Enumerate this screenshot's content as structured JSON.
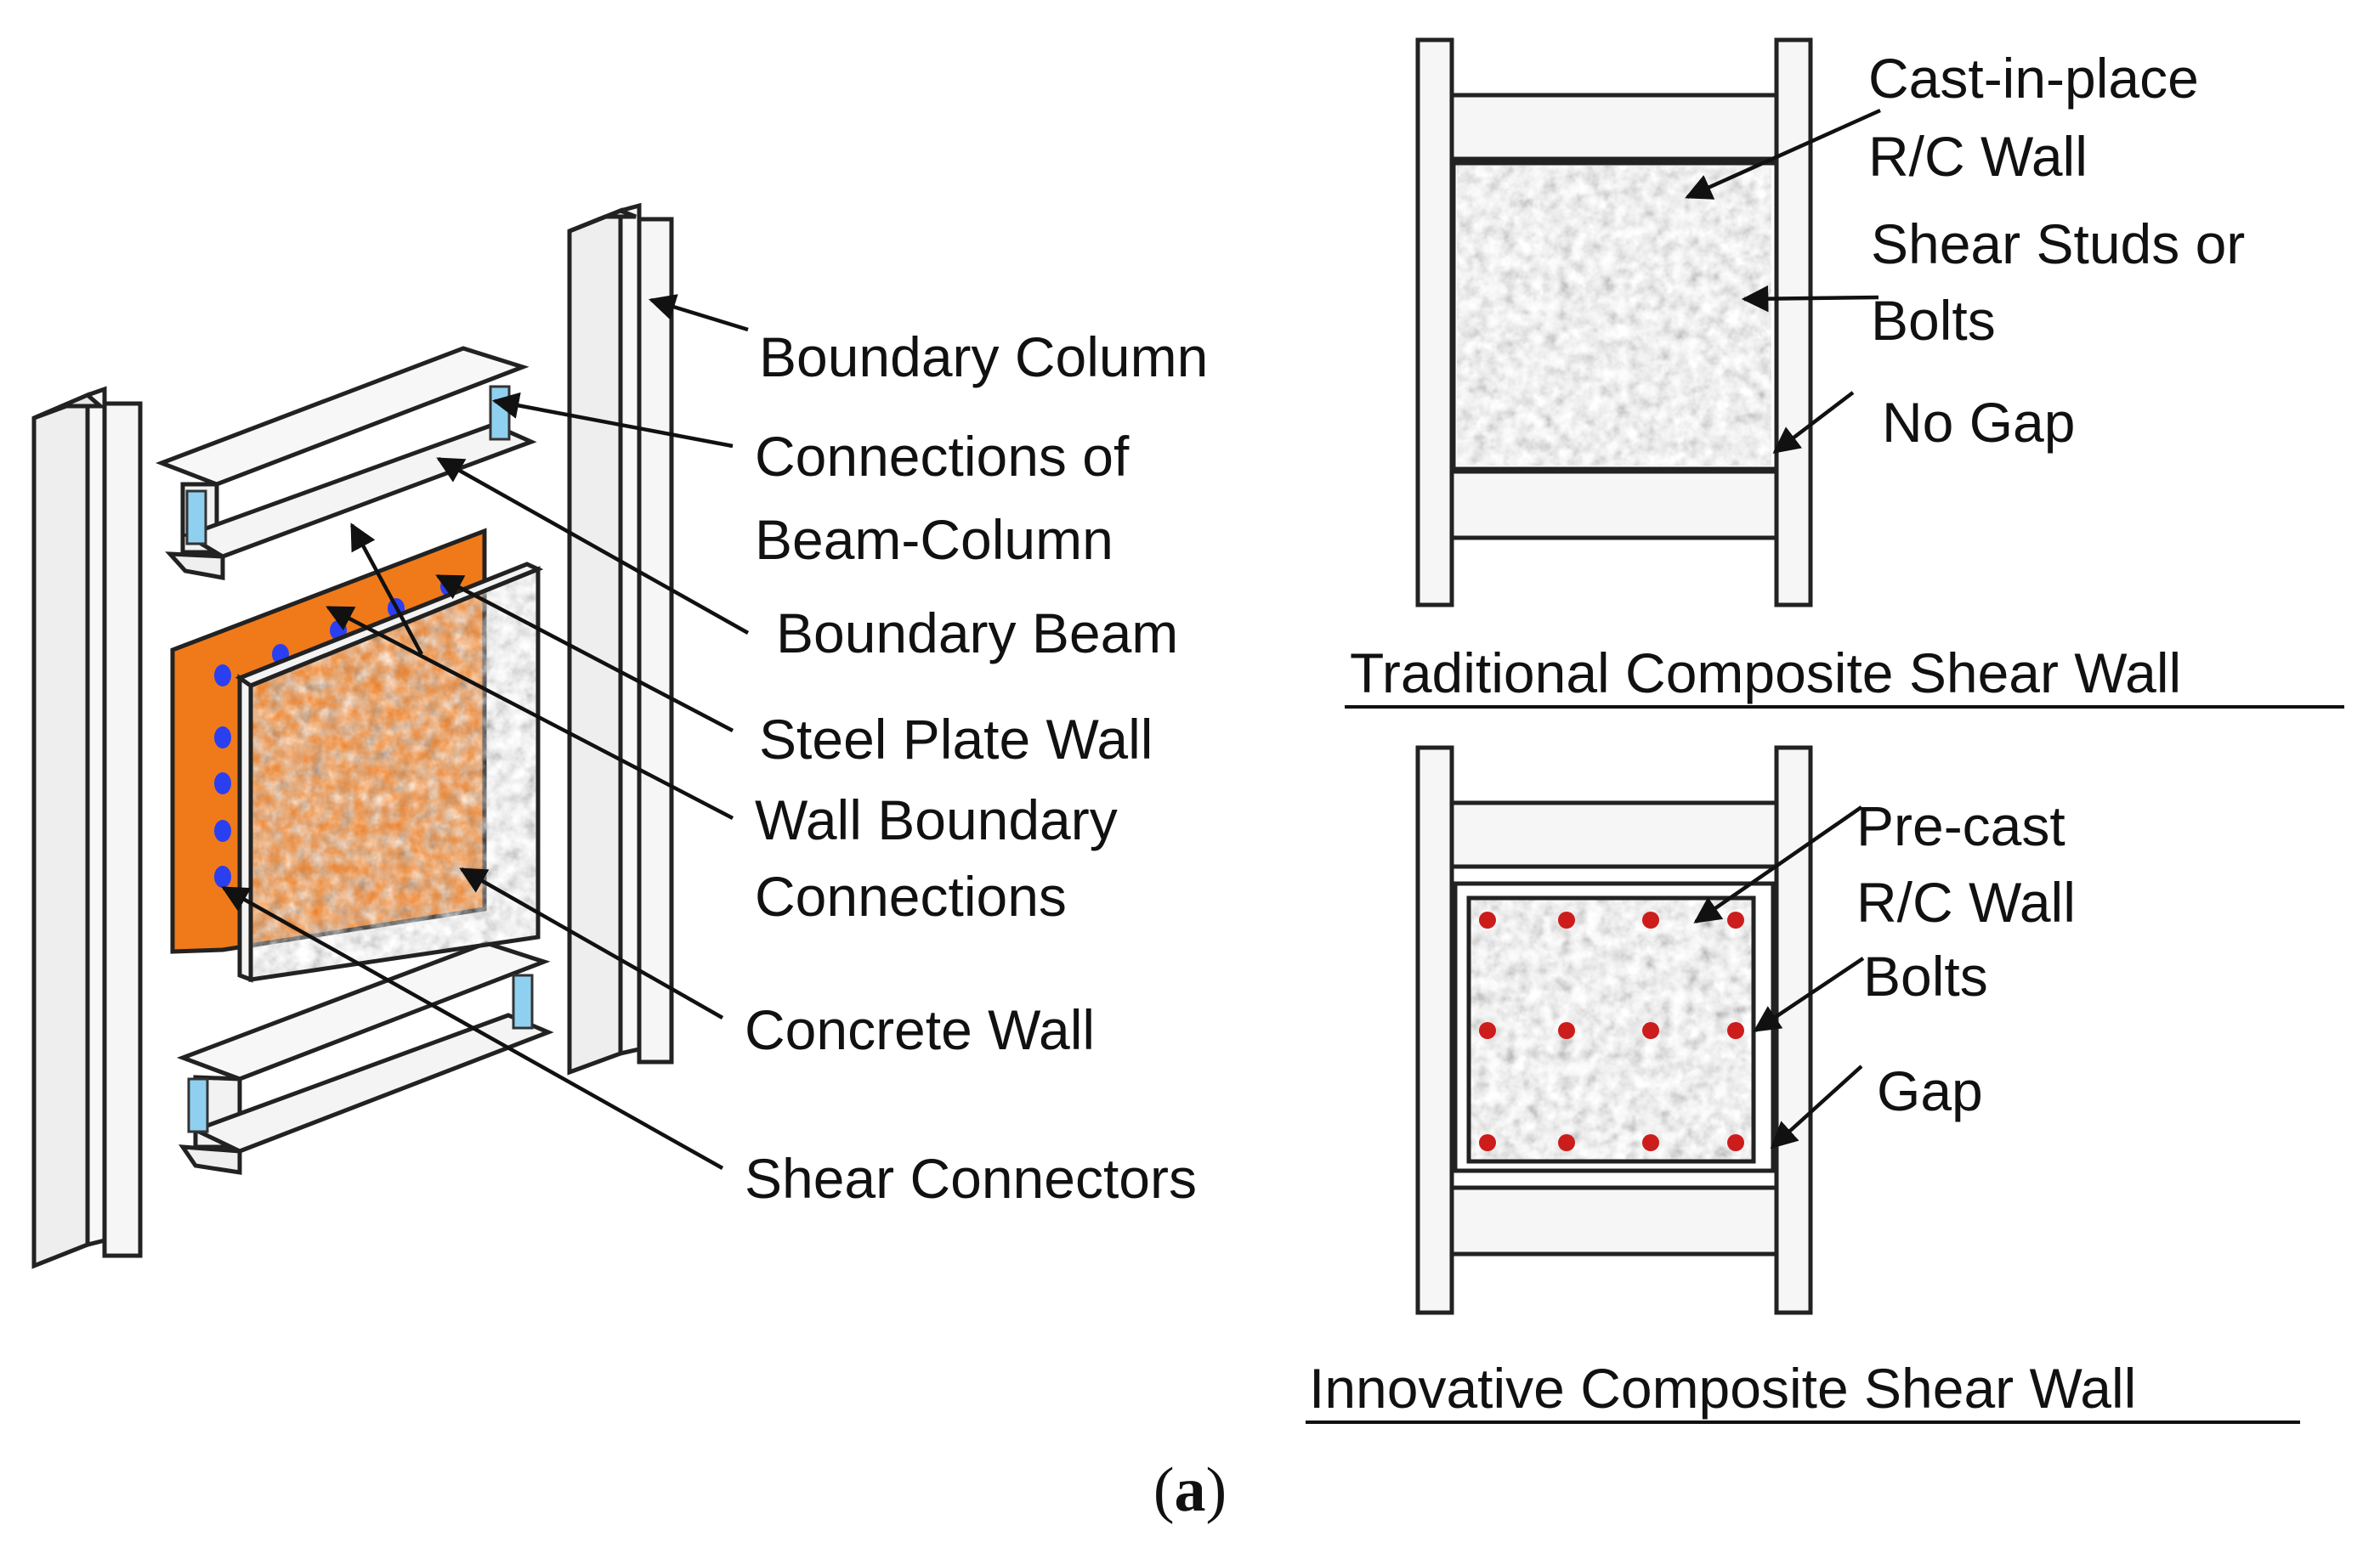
{
  "left_assembly": {
    "labels": {
      "boundary_column": "Boundary Column",
      "connections_line1": "Connections of",
      "connections_line2": "Beam-Column",
      "boundary_beam": "Boundary Beam",
      "steel_plate_wall": "Steel Plate Wall",
      "wall_boundary_line1": "Wall Boundary",
      "wall_boundary_line2": "Connections",
      "concrete_wall": "Concrete Wall",
      "shear_connectors": "Shear Connectors"
    }
  },
  "traditional": {
    "title": "Traditional Composite Shear Wall",
    "labels": {
      "cast_line1": "Cast-in-place",
      "cast_line2": "R/C Wall",
      "studs_line1": "Shear Studs or",
      "studs_line2": "Bolts",
      "no_gap": "No Gap"
    }
  },
  "innovative": {
    "title": "Innovative Composite Shear Wall",
    "labels": {
      "precast_line1": "Pre-cast",
      "precast_line2": "R/C Wall",
      "bolts": "Bolts",
      "gap": "Gap"
    }
  },
  "subfigure_label": {
    "open": "(",
    "letter": "a",
    "close": ")"
  },
  "colors": {
    "steel_plate": "#f07a1a",
    "shear_connector": "#2a3ff0",
    "connection_plate": "#8fd0f0",
    "bolt": "#cc1c1c",
    "concrete": "#b9b9b9",
    "steel": "#f4f4f4"
  }
}
